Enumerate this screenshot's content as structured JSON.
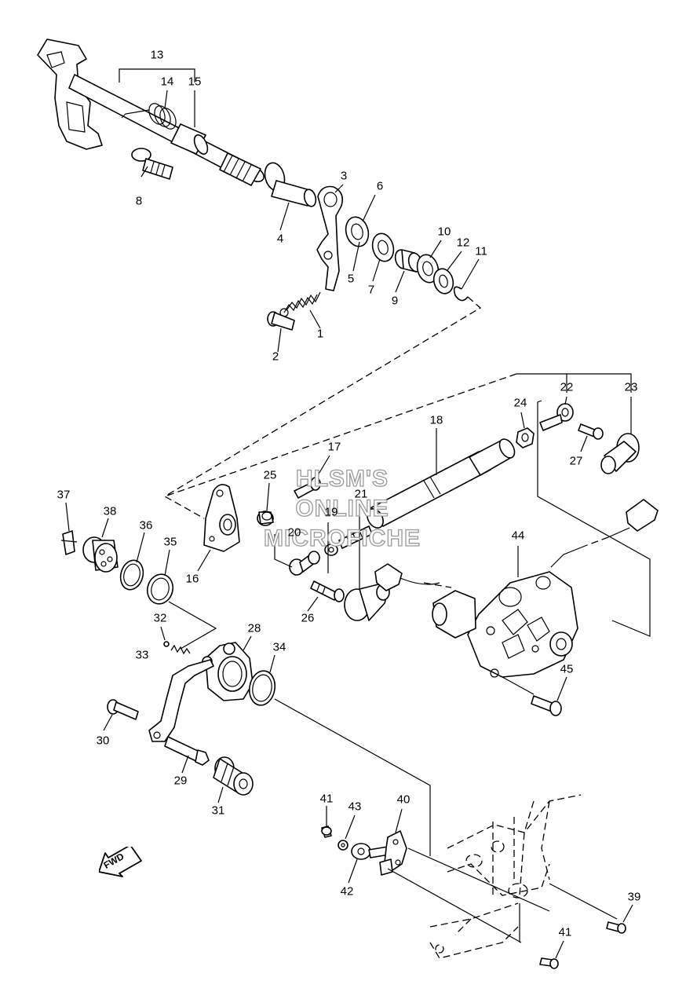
{
  "diagram": {
    "callouts": {
      "p1": "1",
      "p2": "2",
      "p3": "3",
      "p4": "4",
      "p5": "5",
      "p6": "6",
      "p7": "7",
      "p8": "8",
      "p9": "9",
      "p10": "10",
      "p11": "11",
      "p12": "12",
      "p13": "13",
      "p14": "14",
      "p15": "15",
      "p16": "16",
      "p17": "17",
      "p18": "18",
      "p19": "19",
      "p20": "20",
      "p21": "21",
      "p22": "22",
      "p23": "23",
      "p24": "24",
      "p25": "25",
      "p26": "26",
      "p27": "27",
      "p28": "28",
      "p29": "29",
      "p30": "30",
      "p31": "31",
      "p32": "32",
      "p33": "33",
      "p34": "34",
      "p35": "35",
      "p36": "36",
      "p37": "37",
      "p38": "38",
      "p39": "39",
      "p40": "40",
      "p41a": "41",
      "p41b": "41",
      "p42": "42",
      "p43": "43",
      "p44": "44",
      "p45": "45"
    },
    "watermark": [
      "HLSM'S",
      "ONLINE",
      "MICROFICHE"
    ],
    "direction_arrow": "FWD"
  }
}
